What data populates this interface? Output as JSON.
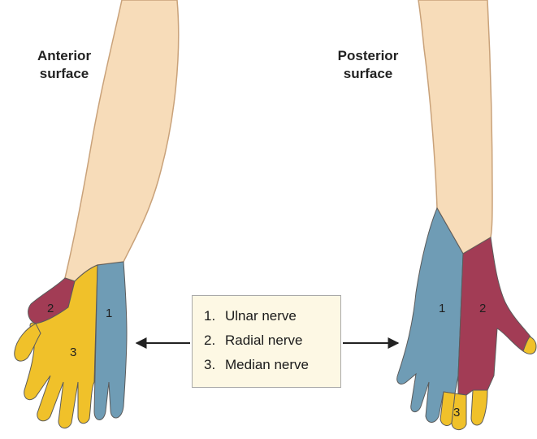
{
  "titles": {
    "left_line1": "Anterior",
    "left_line2": "surface",
    "right_line1": "Posterior",
    "right_line2": "surface"
  },
  "legend": {
    "items": [
      {
        "num": "1.",
        "label": "Ulnar nerve"
      },
      {
        "num": "2.",
        "label": "Radial nerve"
      },
      {
        "num": "3.",
        "label": "Median nerve"
      }
    ]
  },
  "region_labels": {
    "anterior_ulnar": "1",
    "anterior_radial": "2",
    "anterior_median": "3",
    "posterior_ulnar": "1",
    "posterior_radial": "2",
    "posterior_median": "3"
  },
  "colors": {
    "skin": "#f7dcb9",
    "ulnar": "#6f9cb5",
    "radial": "#a23c55",
    "median": "#f0c12a",
    "outline": "#5b5b5b",
    "legend_bg": "#fdf8e4"
  }
}
